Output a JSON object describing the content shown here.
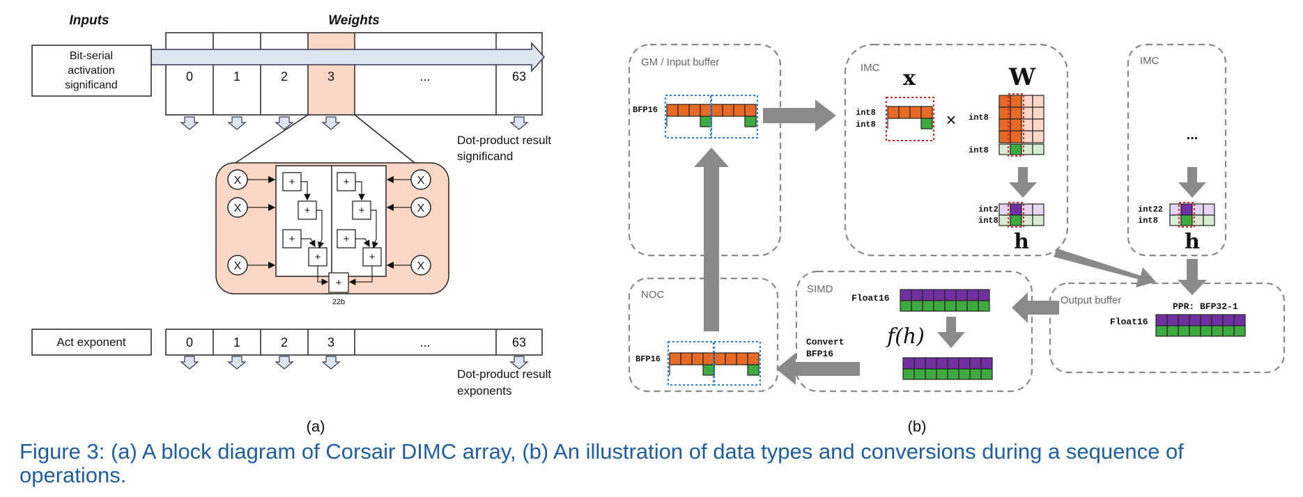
{
  "panel_a": {
    "inputs_header": "Inputs",
    "weights_header": "Weights",
    "input_box_line1": "Bit-serial",
    "input_box_line2": "activation",
    "input_box_line3": "significand",
    "columns": [
      "0",
      "1",
      "2",
      "3",
      "...",
      "63"
    ],
    "result_significand_line1": "Dot-product result",
    "result_significand_line2": "significand",
    "adder_tree_width": "22b",
    "multiplier_symbol": "X",
    "adder_symbol": "+",
    "exponent_box": "Act exponent",
    "result_exponents_line1": "Dot-product result",
    "result_exponents_line2": "exponents",
    "sublabel": "(a)"
  },
  "panel_b": {
    "gm_title": "GM / Input buffer",
    "gm_format": "BFP16",
    "imc1_title": "IMC",
    "x_symbol": "x",
    "w_symbol": "W",
    "h_symbol": "h",
    "times_symbol": "×",
    "imc1_x_label1": "int8",
    "imc1_x_label2": "int8",
    "imc1_w_label1": "int8",
    "imc1_w_label2": "int8",
    "imc1_out_label1": "int22",
    "imc1_out_label2": "int8",
    "imc2_title": "IMC",
    "imc2_ellipsis": "...",
    "imc2_out_label1": "int22",
    "imc2_out_label2": "int8",
    "noc_title": "NOC",
    "noc_format": "BFP16",
    "simd_title": "SIMD",
    "simd_format": "Float16",
    "simd_function": "f(h)",
    "convert_line1": "Convert",
    "convert_line2": "BFP16",
    "output_title": "Output buffer",
    "output_ppr": "PPR: BFP32-1",
    "output_format": "Float16",
    "sublabel": "(b)"
  },
  "caption": "Figure 3: (a) A block diagram of Corsair DIMC array, (b) An illustration of data types and conversions during a sequence of operations.",
  "colors": {
    "orange": "#e56a26",
    "green": "#3faa3f",
    "purple": "#7030a0",
    "pink": "#fad7c6",
    "arrow_grey": "#8a8a8a",
    "caption_blue": "#1f5d9c"
  }
}
